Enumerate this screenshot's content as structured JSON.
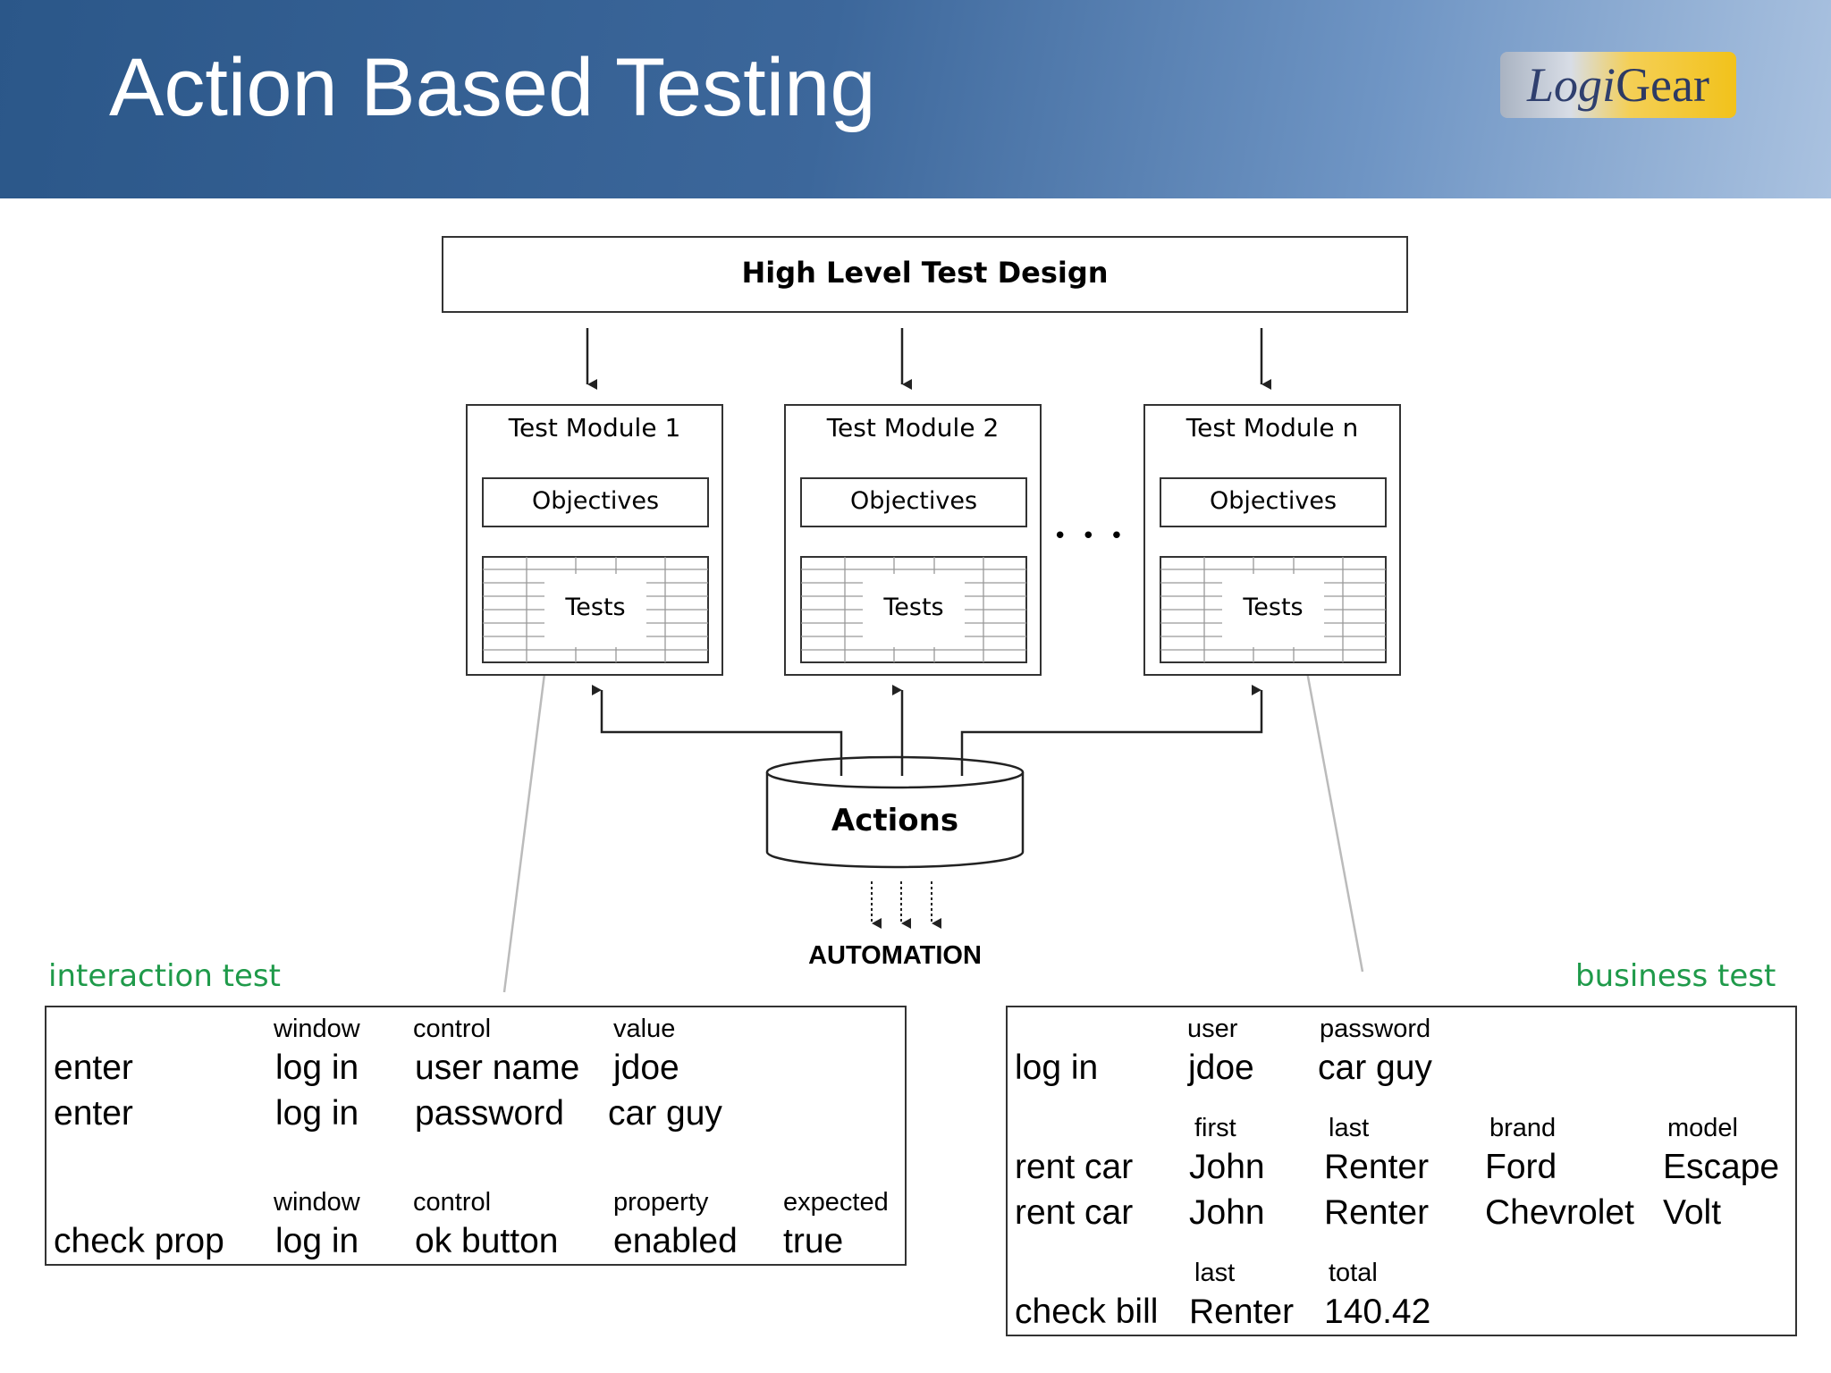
{
  "header": {
    "title": "Action Based Testing",
    "logo_part1": "Logi",
    "logo_part2": "Gear"
  },
  "diagram": {
    "high_level": "High Level Test Design",
    "modules": [
      {
        "title": "Test Module 1",
        "objectives": "Objectives",
        "tests": "Tests"
      },
      {
        "title": "Test Module 2",
        "objectives": "Objectives",
        "tests": "Tests"
      },
      {
        "title": "Test Module n",
        "objectives": "Objectives",
        "tests": "Tests"
      }
    ],
    "ellipsis": "• • •",
    "actions": "Actions",
    "automation": "AUTOMATION"
  },
  "interaction_test": {
    "label": "interaction test",
    "headers1": [
      "window",
      "control",
      "value"
    ],
    "rows1": [
      [
        "enter",
        "log in",
        "user name",
        "jdoe"
      ],
      [
        "enter",
        "log in",
        "password",
        "car guy"
      ]
    ],
    "headers2": [
      "window",
      "control",
      "property",
      "expected"
    ],
    "rows2": [
      [
        "check prop",
        "log in",
        "ok button",
        "enabled",
        "true"
      ]
    ]
  },
  "business_test": {
    "label": "business test",
    "headers1": [
      "user",
      "password"
    ],
    "row1": [
      "log in",
      "jdoe",
      "car guy"
    ],
    "headers2": [
      "first",
      "last",
      "brand",
      "model"
    ],
    "rows2": [
      [
        "rent car",
        "John",
        "Renter",
        "Ford",
        "Escape"
      ],
      [
        "rent car",
        "John",
        "Renter",
        "Chevrolet",
        "Volt"
      ]
    ],
    "headers3": [
      "last",
      "total"
    ],
    "row3": [
      "check bill",
      "Renter",
      "140.42"
    ]
  },
  "colors": {
    "header_dark": "#2b5789",
    "header_light": "#aac2e0",
    "green_label": "#1f9a4a",
    "logo_gold": "#f2c21b"
  }
}
